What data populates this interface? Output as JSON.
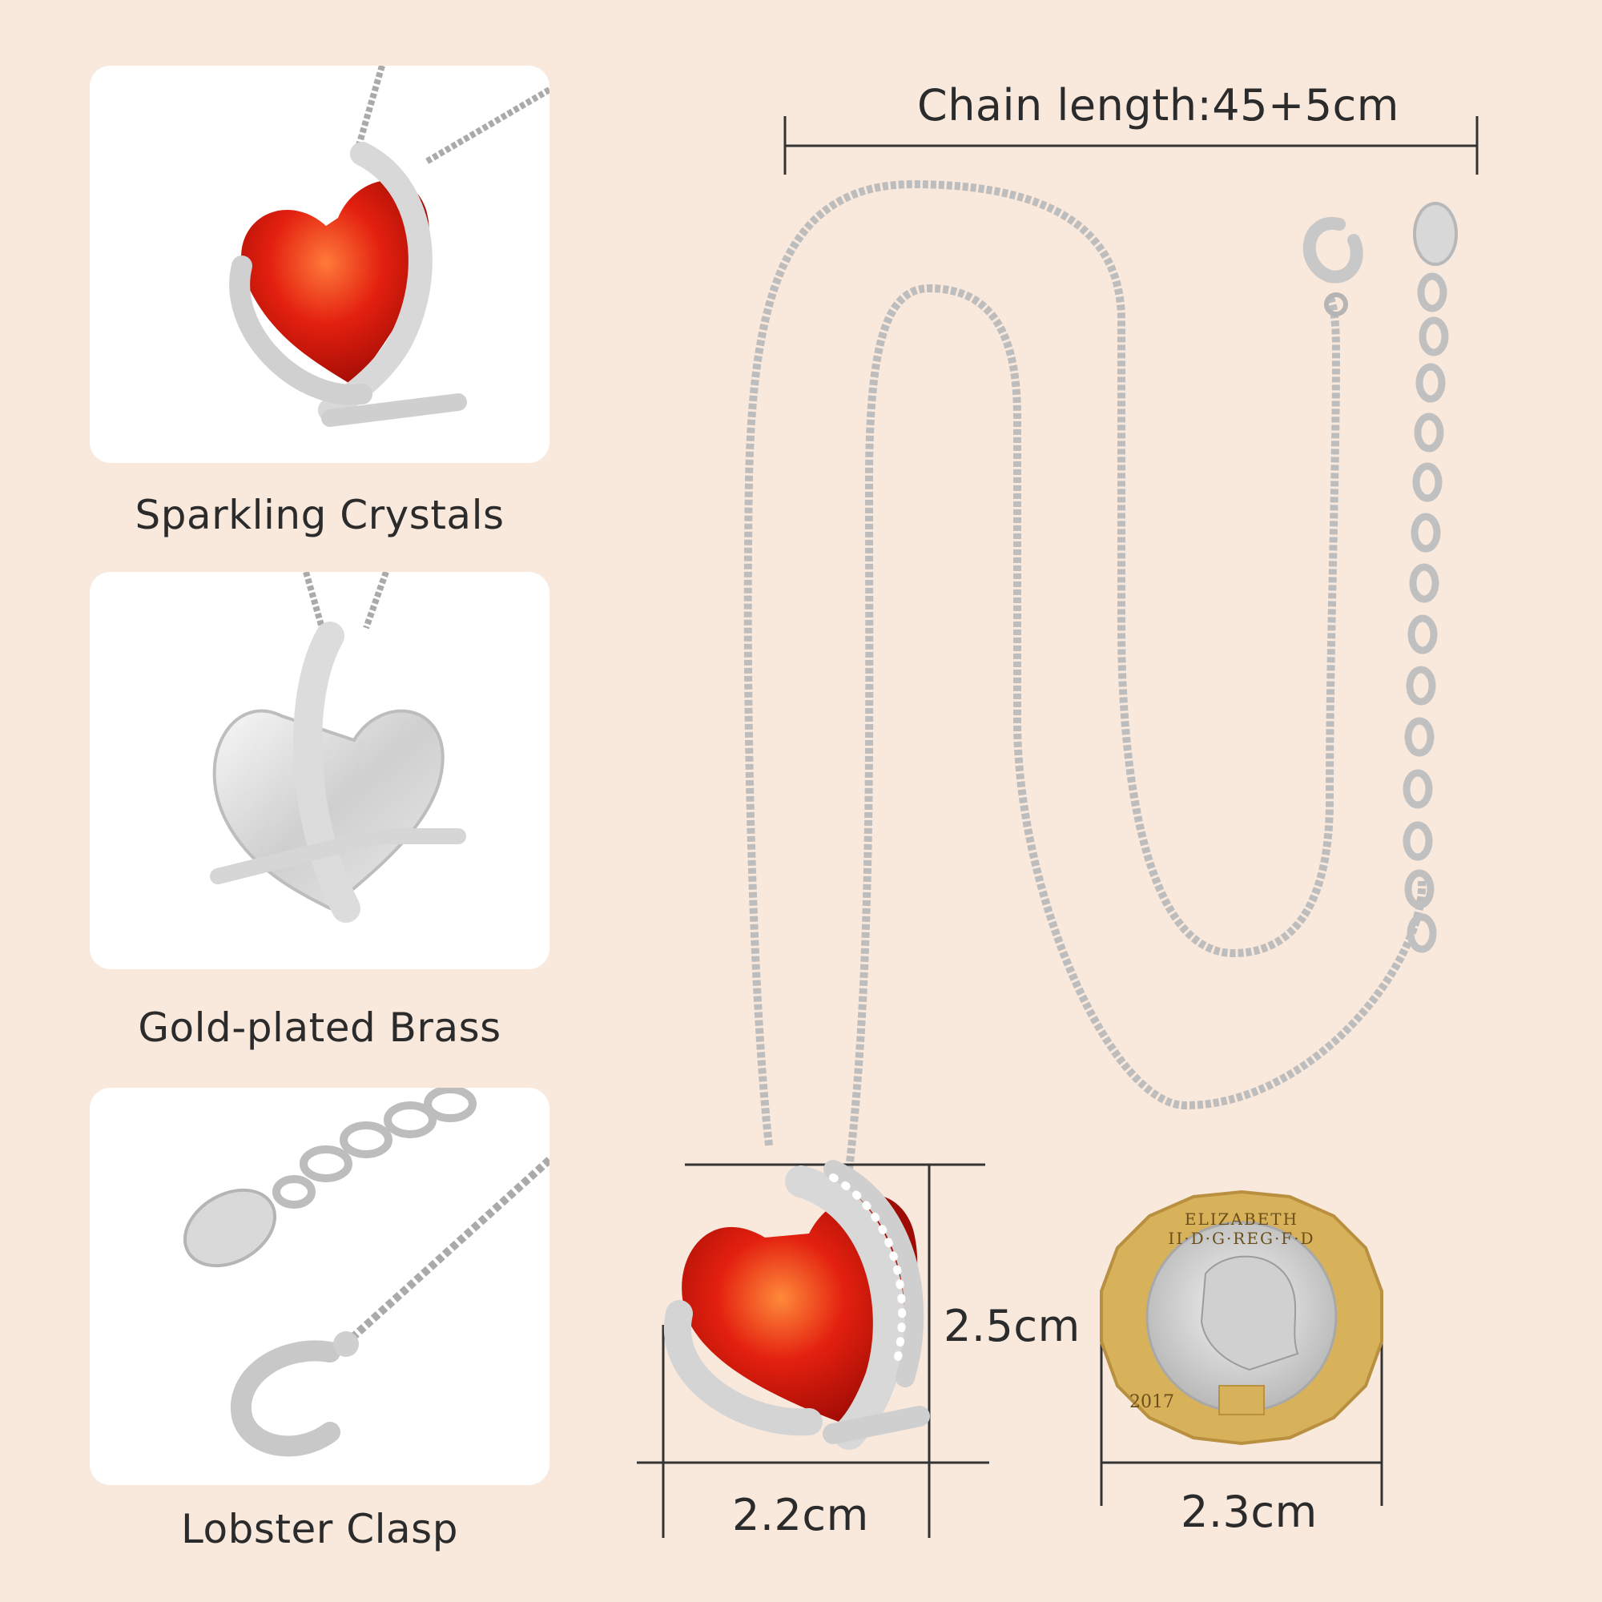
{
  "features": [
    {
      "caption": "Sparkling Crystals",
      "icon": "heart-pendant-front"
    },
    {
      "caption": "Gold-plated Brass",
      "icon": "heart-pendant-back"
    },
    {
      "caption": "Lobster Clasp",
      "icon": "lobster-clasp"
    }
  ],
  "dimensions": {
    "chain_length": "Chain length:45+5cm",
    "pendant_height": "2.5cm",
    "pendant_width": "2.2cm",
    "coin_width": "2.3cm"
  },
  "coin": {
    "legend": "ELIZABETH II·D·G·REG·F·D",
    "year": "2017"
  },
  "colors": {
    "background": "#f9e9dd",
    "gem_red": "#e01a0f",
    "silver": "#c8c8c8",
    "coin_gold": "#d8b25a"
  }
}
